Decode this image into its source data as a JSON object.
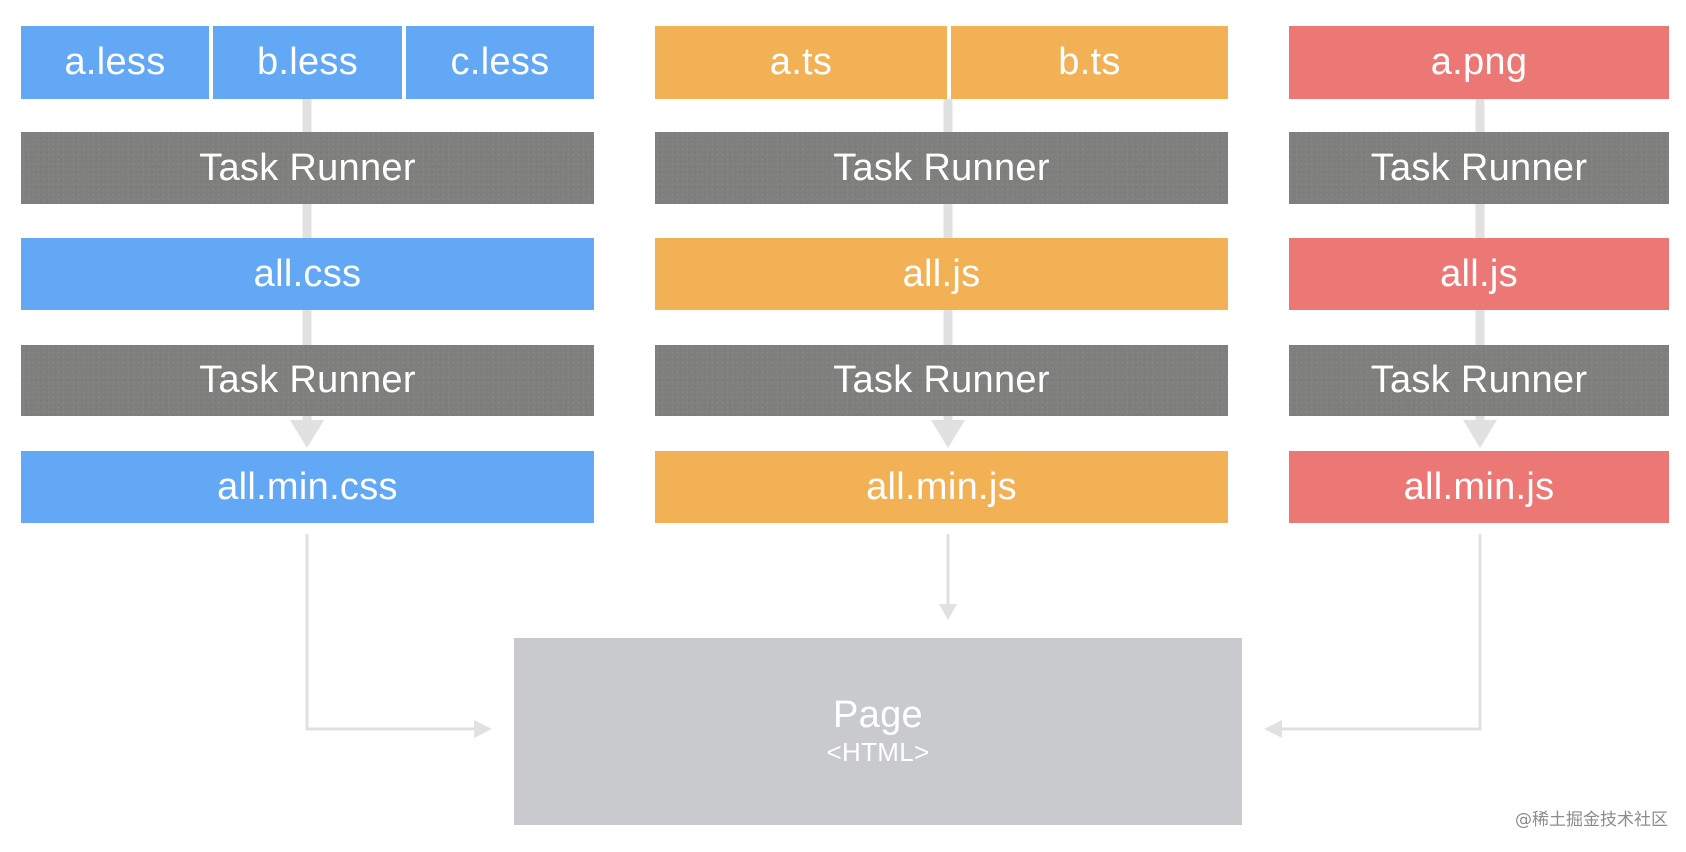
{
  "colors": {
    "blue": "#63a8f5",
    "orange": "#f2b154",
    "red": "#ec7875",
    "runner_gray": "#7f807e",
    "page_gray": "#c9cace",
    "connector": "#e1e1e1"
  },
  "columns": [
    {
      "sources": [
        "a.less",
        "b.less",
        "c.less"
      ],
      "runner1": "Task Runner",
      "intermediate": "all.css",
      "runner2": "Task Runner",
      "output": "all.min.css"
    },
    {
      "sources": [
        "a.ts",
        "b.ts"
      ],
      "runner1": "Task Runner",
      "intermediate": "all.js",
      "runner2": "Task Runner",
      "output": "all.min.js"
    },
    {
      "sources": [
        "a.png"
      ],
      "runner1": "Task Runner",
      "intermediate": "all.js",
      "runner2": "Task Runner",
      "output": "all.min.js"
    }
  ],
  "page": {
    "title": "Page",
    "subtitle": "<HTML>"
  },
  "watermark": "@稀土掘金技术社区"
}
